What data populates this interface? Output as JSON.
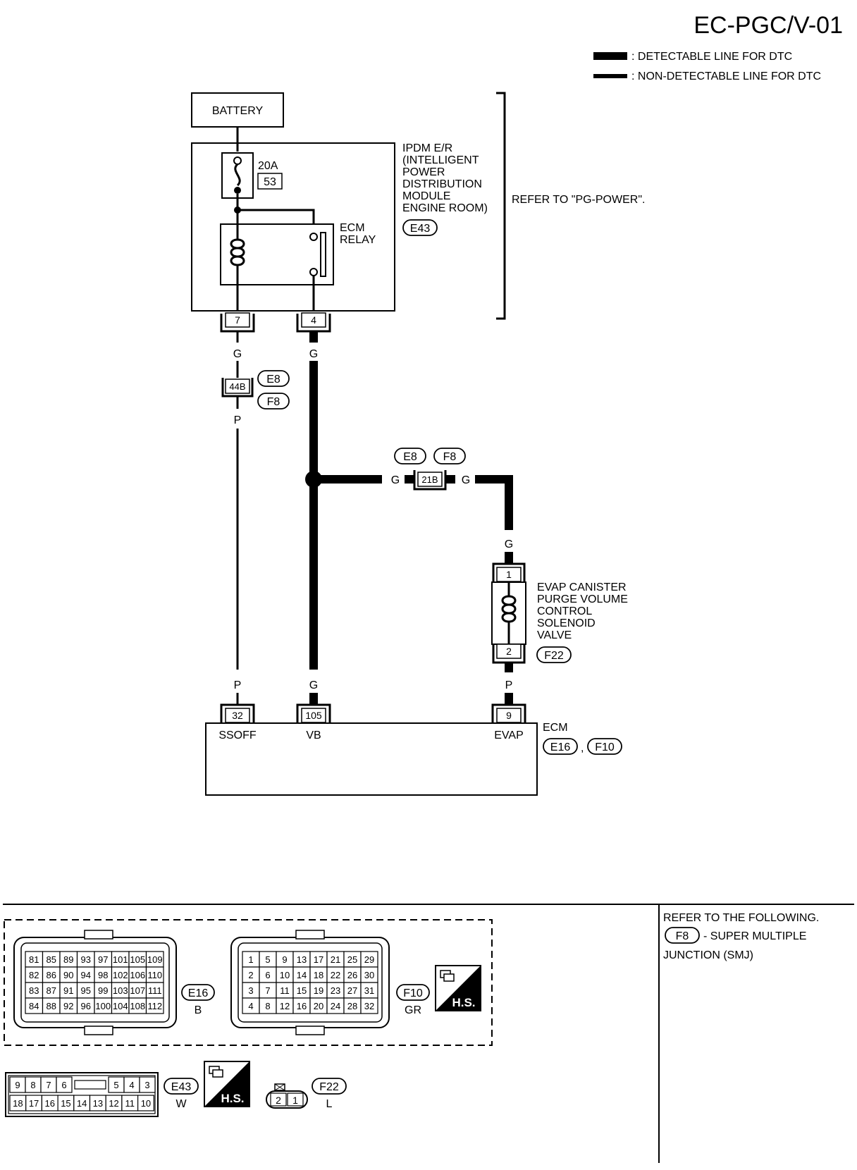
{
  "title": "EC-PGC/V-01",
  "legend": {
    "detectable": ": DETECTABLE LINE FOR DTC",
    "non_detectable": ": NON-DETECTABLE LINE FOR DTC"
  },
  "battery": "BATTERY",
  "fuse": {
    "rating": "20A",
    "number": "53"
  },
  "ipdm": {
    "lines": [
      "IPDM E/R",
      "(INTELLIGENT",
      "POWER",
      "DISTRIBUTION",
      "MODULE",
      "ENGINE ROOM)"
    ],
    "connector": "E43",
    "refer": "REFER TO \"PG-POWER\"."
  },
  "ecm_relay": [
    "ECM",
    "RELAY"
  ],
  "ipdm_terminals": [
    "7",
    "4"
  ],
  "wires": {
    "g": "G",
    "p": "P"
  },
  "joint_44b": {
    "pin": "44B",
    "connectors": [
      "E8",
      "F8"
    ]
  },
  "joint_21b": {
    "pin": "21B",
    "connectors": [
      "E8",
      "F8"
    ]
  },
  "solenoid": {
    "lines": [
      "EVAP CANISTER",
      "PURGE VOLUME",
      "CONTROL",
      "SOLENOID",
      "VALVE"
    ],
    "pins": [
      "1",
      "2"
    ],
    "connector": "F22"
  },
  "ecm": {
    "label": "ECM",
    "connectors": [
      "E16",
      "F10"
    ],
    "separator": ",",
    "terminals": [
      {
        "pin": "32",
        "name": "SSOFF"
      },
      {
        "pin": "105",
        "name": "VB"
      },
      {
        "pin": "9",
        "name": "EVAP"
      }
    ]
  },
  "connector_views": {
    "e16": {
      "id": "E16",
      "color": "B",
      "rows": [
        [
          "81",
          "85",
          "89",
          "93",
          "97",
          "101",
          "105",
          "109"
        ],
        [
          "82",
          "86",
          "90",
          "94",
          "98",
          "102",
          "106",
          "110"
        ],
        [
          "83",
          "87",
          "91",
          "95",
          "99",
          "103",
          "107",
          "111"
        ],
        [
          "84",
          "88",
          "92",
          "96",
          "100",
          "104",
          "108",
          "112"
        ]
      ]
    },
    "f10": {
      "id": "F10",
      "color": "GR",
      "rows": [
        [
          "1",
          "5",
          "9",
          "13",
          "17",
          "21",
          "25",
          "29"
        ],
        [
          "2",
          "6",
          "10",
          "14",
          "18",
          "22",
          "26",
          "30"
        ],
        [
          "3",
          "7",
          "11",
          "15",
          "19",
          "23",
          "27",
          "31"
        ],
        [
          "4",
          "8",
          "12",
          "16",
          "20",
          "24",
          "28",
          "32"
        ]
      ]
    },
    "e43": {
      "id": "E43",
      "color": "W",
      "top": [
        "9",
        "8",
        "7",
        "6",
        "",
        "5",
        "4",
        "3"
      ],
      "bottom": [
        "18",
        "17",
        "16",
        "15",
        "14",
        "13",
        "12",
        "11",
        "10"
      ]
    },
    "f22": {
      "id": "F22",
      "color": "L",
      "pins": [
        "2",
        "1"
      ]
    },
    "hs_badge": "H.S."
  },
  "refer_panel": {
    "line1": "REFER TO THE FOLLOWING.",
    "connector": "F8",
    "line2": "- SUPER MULTIPLE",
    "line3": "JUNCTION (SMJ)"
  }
}
